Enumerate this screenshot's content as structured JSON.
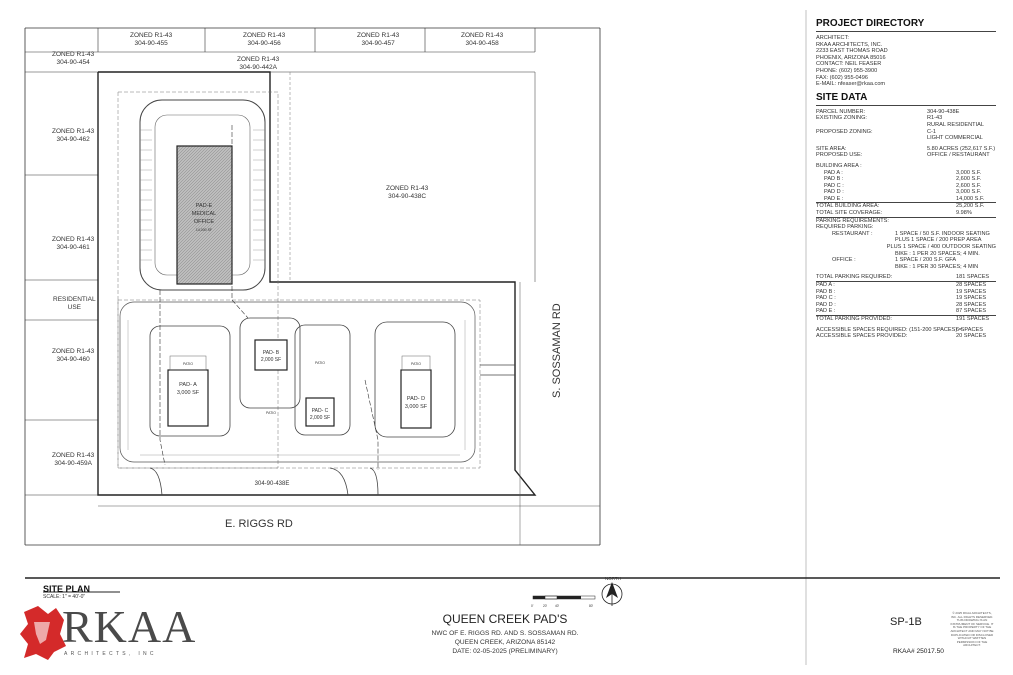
{
  "parcels": {
    "top": [
      {
        "zone": "ZONED R1-43",
        "apn": "304-90-455"
      },
      {
        "zone": "ZONED R1-43",
        "apn": "304-90-456"
      },
      {
        "zone": "ZONED R1-43",
        "apn": "304-90-457"
      },
      {
        "zone": "ZONED R1-43",
        "apn": "304-90-458"
      }
    ],
    "top_mid": {
      "zone": "ZONED R1-43",
      "apn": "304-90-442A"
    },
    "left": [
      {
        "zone": "ZONED R1-43",
        "apn": "304-90-454"
      },
      {
        "zone": "ZONED R1-43",
        "apn": "304-90-462"
      },
      {
        "zone": "ZONED R1-43",
        "apn": "304-90-461"
      },
      {
        "zone": "RESIDENTIAL",
        "apn": "USE"
      },
      {
        "zone": "ZONED R1-43",
        "apn": "304-90-460"
      },
      {
        "zone": "ZONED R1-43",
        "apn": "304-90-459A"
      }
    ],
    "center": {
      "zone": "ZONED R1-43",
      "apn": "304-90-438C"
    },
    "bottom_apn": "304-90-438E"
  },
  "roads": {
    "south": "E. RIGGS RD",
    "east": "S. SOSSAMAN RD"
  },
  "pads": {
    "e": {
      "name": "PAD-E",
      "use1": "MEDICAL",
      "use2": "OFFICE",
      "area": "14,000 SF"
    },
    "a": {
      "name": "PAD- A",
      "area": "3,000 SF"
    },
    "b": {
      "name": "PAD- B",
      "area": "2,000 SF"
    },
    "c": {
      "name": "PAD- C",
      "area": "2,000 SF"
    },
    "d": {
      "name": "PAD- D",
      "area": "3,000 SF"
    },
    "patio": "PATIO"
  },
  "north_label": "NORTH",
  "scale_ticks": [
    "0'",
    "20'",
    "40'",
    "80'"
  ],
  "directory": {
    "title": "PROJECT DIRECTORY",
    "lines": [
      "ARCHITECT:",
      "RKAA ARCHITECTS, INC.",
      "2233 EAST THOMAS ROAD",
      "PHOENIX, ARIZONA  85016",
      "CONTACT:  NEIL FEASER",
      "PHONE: (602) 955-3900",
      "FAX:  (602) 955-0496",
      "E-MAIL:  nfeaser@rkaa.com"
    ]
  },
  "site_data": {
    "title": "SITE DATA",
    "parcel_number_label": "PARCEL NUMBER:",
    "parcel_number": "304-90-438E",
    "existing_zoning_label": "EXISTING ZONING:",
    "existing_zoning": "R1-43",
    "existing_zoning_desc": "RURAL RESIDENTIAL",
    "proposed_zoning_label": "PROPOSED ZONING:",
    "proposed_zoning": "C-1",
    "proposed_zoning_desc": "LIGHT COMMERCIAL",
    "site_area_label": "SITE AREA:",
    "site_area": "5.80 ACRES (252,617 S.F.)",
    "proposed_use_label": "PROPOSED USE:",
    "proposed_use": "OFFICE / RESTAURANT",
    "building_area_label": "BUILDING AREA :",
    "building_areas": [
      {
        "pad": "PAD A :",
        "area": "3,000 S.F."
      },
      {
        "pad": "PAD B :",
        "area": "2,600 S.F."
      },
      {
        "pad": "PAD C :",
        "area": "2,600 S.F."
      },
      {
        "pad": "PAD D :",
        "area": "3,000 S.F."
      },
      {
        "pad": "PAD E :",
        "area": "14,000 S.F."
      }
    ],
    "total_building_label": "TOTAL BUILDING AREA:",
    "total_building": "25,200 S.F.",
    "total_coverage_label": "TOTAL SITE COVERAGE:",
    "total_coverage": "9.98%",
    "parking_req_label": "PARKING REQUIREMENTS:",
    "required_parking_label": "REQUIRED PARKING:",
    "restaurant_label": "RESTAURANT :",
    "restaurant_lines": [
      "1 SPACE / 50 S.F. INDOOR SEATING",
      "PLUS 1 SPACE / 200 PREP AREA",
      "PLUS 1 SPACE / 400 OUTDOOR SEATING",
      "BIKE : 1 PER 20 SPACES; 4 MIN."
    ],
    "office_label": "OFFICE :",
    "office_lines": [
      "1 SPACE / 200 S.F. GFA",
      "BIKE : 1 PER 30 SPACES; 4 MIN"
    ],
    "total_parking_req_label": "TOTAL PARKING REQUIRED:",
    "total_parking_req": "181 SPACES",
    "pad_parking": [
      {
        "pad": "PAD A :",
        "spaces": "28 SPACES"
      },
      {
        "pad": "PAD B :",
        "spaces": "19 SPACES"
      },
      {
        "pad": "PAD C :",
        "spaces": "19 SPACES"
      },
      {
        "pad": "PAD D :",
        "spaces": "28 SPACES"
      },
      {
        "pad": "PAD E :",
        "spaces": "87 SPACES"
      }
    ],
    "total_parking_prov_label": "TOTAL PARKING PROVIDED:",
    "total_parking_prov": "191 SPACES",
    "accessible_req_label": "ACCESSIBLE SPACES REQUIRED: (151-200 SPACES) =",
    "accessible_req": "6 SPACES",
    "accessible_prov_label": "ACCESSIBLE SPACES PROVIDED:",
    "accessible_prov": "20 SPACES"
  },
  "title_block": {
    "site_plan": "SITE PLAN",
    "scale": "SCALE:   1\" = 40'-0\"",
    "project": "QUEEN CREEK PAD'S",
    "location": "NWC OF E. RIGGS RD. AND S. SOSSAMAN RD.",
    "city": "QUEEN CREEK, ARIZONA 85142",
    "date": "DATE: 02-05-2025 (PRELIMINARY)",
    "sheet": "SP-1B",
    "job": "RKAA# 25017.50",
    "logo": "RKAA",
    "logo_sub": "ARCHITECTS, INC",
    "copyright": "© 2025 RKAA ARCHITECTS, INC. ALL RIGHTS RESERVED. THIS DRAWING IS AN INSTRUMENT OF SERVICE. IT IS THE PROPERTY OF THE ARCHITECT AND MAY NOT BE DUPLICATED OR DISCLOSED WITHOUT WRITTEN PERMISSION OF THE ARCHITECT."
  }
}
